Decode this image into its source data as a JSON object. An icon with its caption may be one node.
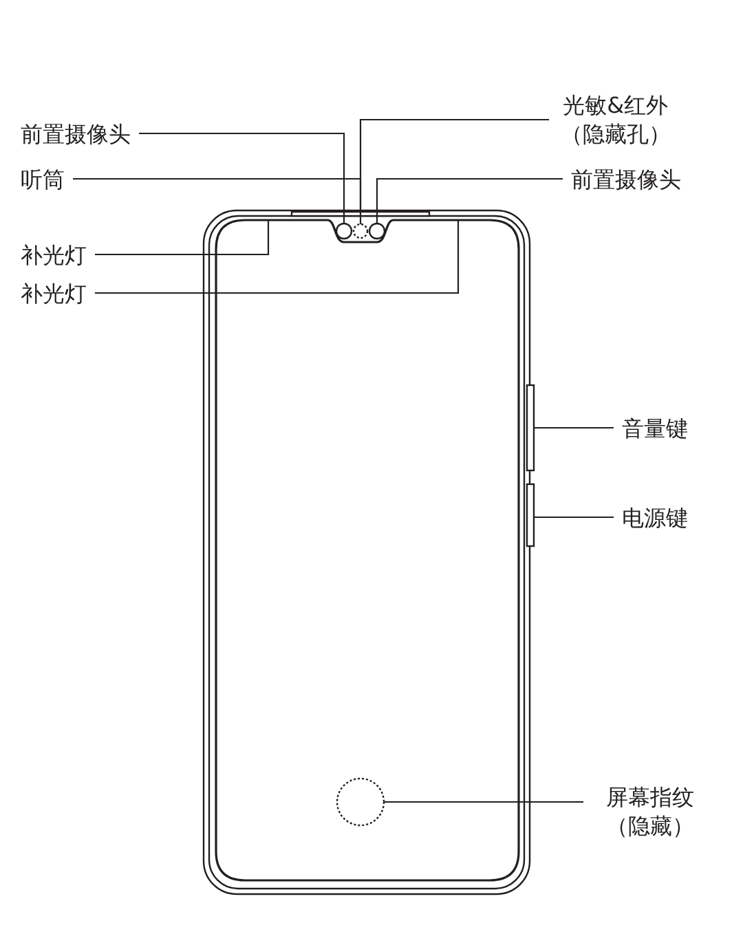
{
  "diagram": {
    "nodes": [
      {
        "text": [
          "前置摄像头"
        ]
      },
      {
        "text": [
          "光敏&红外（隐藏孔）"
        ]
      },
      {
        "text": [
          "听筒"
        ]
      },
      {
        "text": [
          "前置摄像头"
        ]
      },
      {
        "text": [
          "补光灯"
        ]
      },
      {
        "text": [
          "补光灯"
        ]
      },
      {
        "text": [
          "音量键"
        ]
      },
      {
        "text": [
          "电源键"
        ]
      },
      {
        "text": [
          "屏幕指纹（隐藏）"
        ]
      },
      {
        "text": [],
        "shape": "circle"
      },
      {
        "text": [],
        "shape": "circle"
      },
      {
        "text": [],
        "shape": "bar"
      },
      {
        "text": [],
        "shape": "circle"
      },
      {
        "text": [],
        "shape": "bar"
      },
      {
        "text": [],
        "shape": "bar"
      },
      {
        "text": [],
        "shape": "circle"
      }
    ],
    "edges": [
      {
        "from": 0,
        "to": 9,
        "arrow": "none"
      },
      {
        "from": 1,
        "to": 10,
        "arrow": "none"
      },
      {
        "from": 2,
        "to": 11,
        "arrow": "none"
      },
      {
        "from": 3,
        "to": 12,
        "arrow": "none"
      },
      {
        "from": 4,
        "to": null,
        "arrow": "none"
      },
      {
        "from": 5,
        "to": null,
        "arrow": "none"
      },
      {
        "from": 6,
        "to": 13,
        "arrow": "none"
      },
      {
        "from": 7,
        "to": 14,
        "arrow": "none"
      },
      {
        "from": 8,
        "to": 15,
        "arrow": "none"
      }
    ]
  }
}
